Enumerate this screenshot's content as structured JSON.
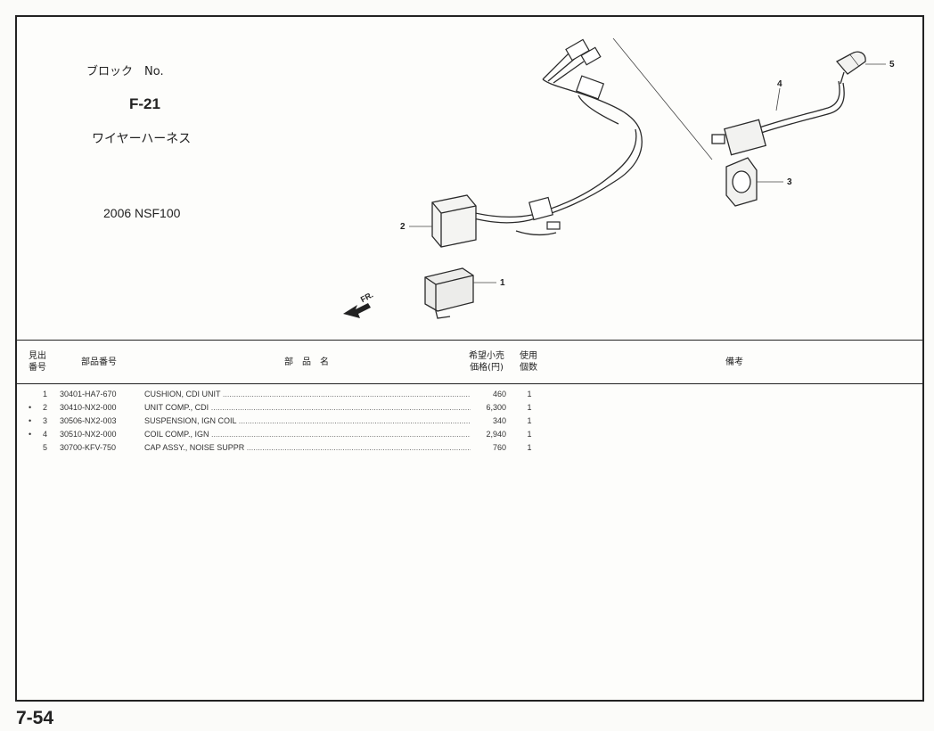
{
  "header": {
    "block_label": "ブロック　No.",
    "block_code": "F-21",
    "block_name": "ワイヤーハーネス",
    "model": "2006 NSF100"
  },
  "diagram": {
    "callouts": [
      "1",
      "2",
      "3",
      "4",
      "5"
    ],
    "direction_label": "FR."
  },
  "table": {
    "headers": {
      "ref": [
        "見出",
        "番号"
      ],
      "part_no": "部品番号",
      "part_name": "部　品　名",
      "price": [
        "希望小売",
        "価格(円)"
      ],
      "qty": [
        "使用",
        "個数"
      ],
      "remarks": "備考"
    },
    "rows": [
      {
        "mark": "",
        "ref": "1",
        "part_no": "30401-HA7-670",
        "name": "CUSHION, CDI UNIT",
        "price": "460",
        "qty": "1"
      },
      {
        "mark": "•",
        "ref": "2",
        "part_no": "30410-NX2-000",
        "name": "UNIT COMP., CDI",
        "price": "6,300",
        "qty": "1"
      },
      {
        "mark": "•",
        "ref": "3",
        "part_no": "30506-NX2-003",
        "name": "SUSPENSION, IGN COIL",
        "price": "340",
        "qty": "1"
      },
      {
        "mark": "•",
        "ref": "4",
        "part_no": "30510-NX2-000",
        "name": "COIL COMP., IGN",
        "price": "2,940",
        "qty": "1"
      },
      {
        "mark": "",
        "ref": "5",
        "part_no": "30700-KFV-750",
        "name": "CAP ASSY., NOISE SUPPR",
        "price": "760",
        "qty": "1"
      }
    ]
  },
  "page_number": "7-54"
}
